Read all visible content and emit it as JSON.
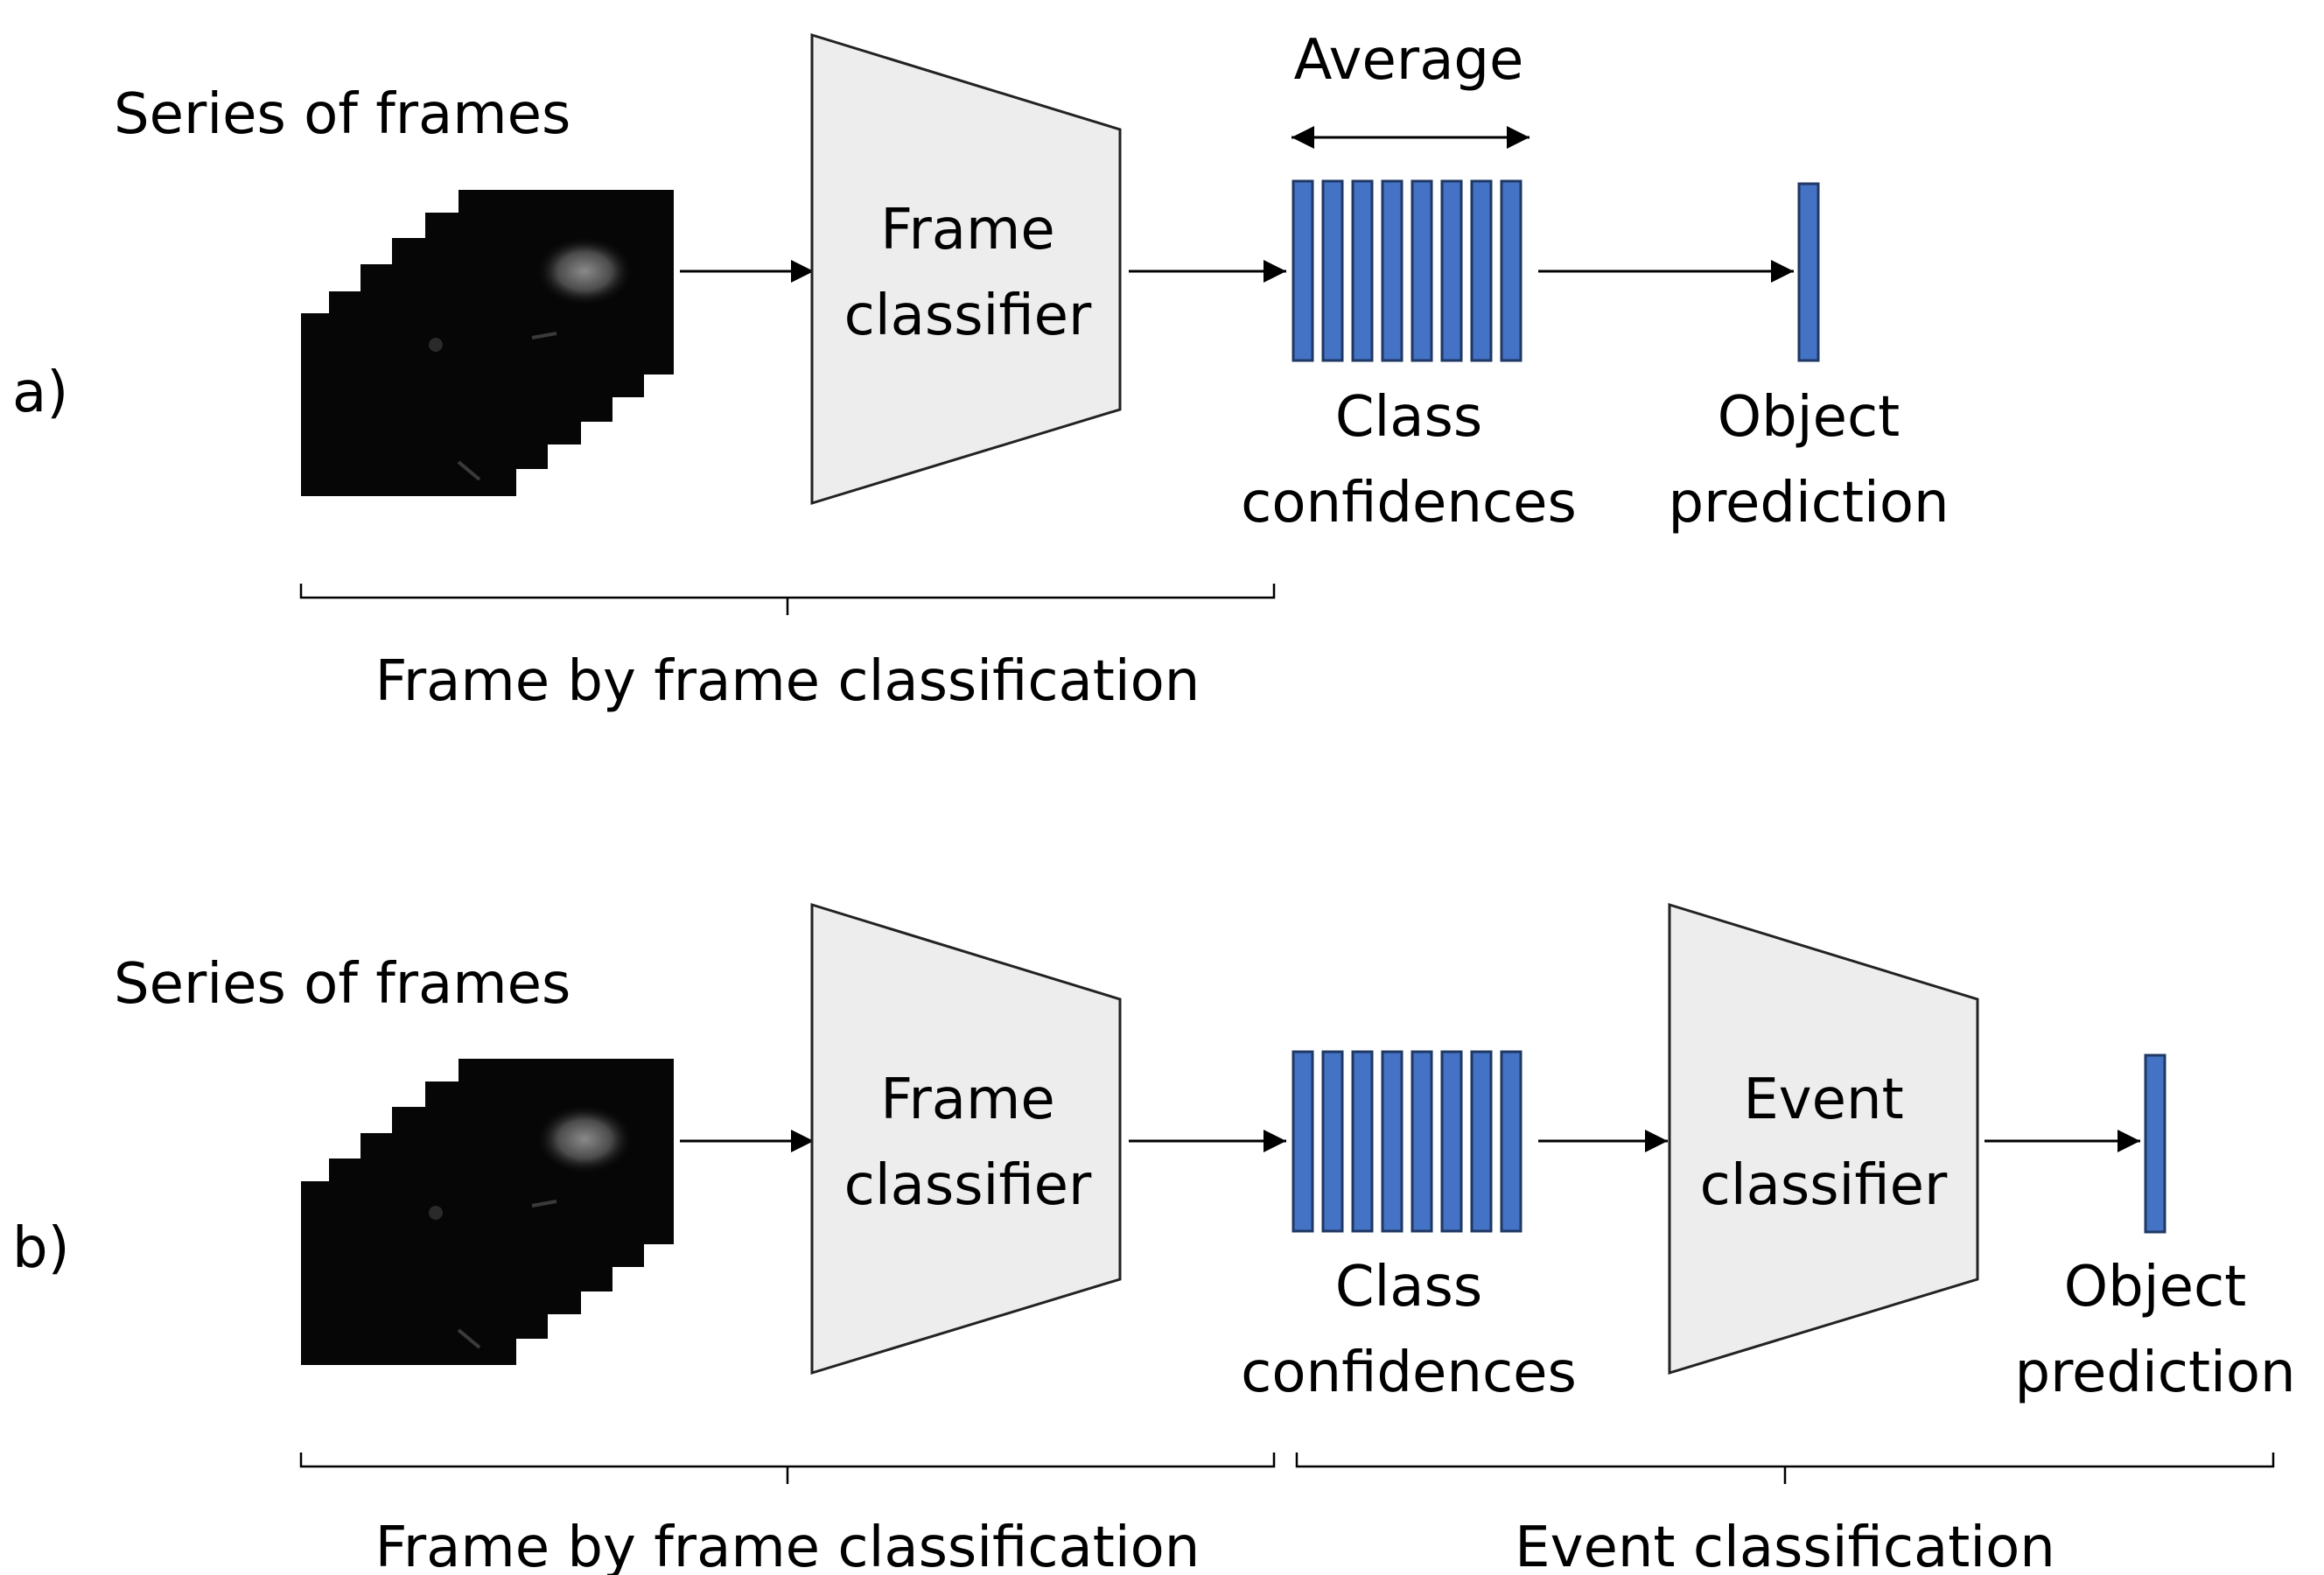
{
  "colors": {
    "confidence_bar_fill": "#4472C4",
    "confidence_bar_stroke": "#1F3864",
    "classifier_fill": "#EDEDED",
    "frame_fill": "#060606",
    "line": "#000000"
  },
  "panel_a": {
    "label": "a)",
    "series_label": "Series of frames",
    "frame_classifier_line1": "Frame",
    "frame_classifier_line2": "classifier",
    "average_label": "Average",
    "class_conf_line1": "Class",
    "class_conf_line2": "confidences",
    "object_pred_line1": "Object",
    "object_pred_line2": "prediction",
    "frame_by_frame_label": "Frame by frame classification"
  },
  "panel_b": {
    "label": "b)",
    "series_label": "Series of frames",
    "frame_classifier_line1": "Frame",
    "frame_classifier_line2": "classifier",
    "class_conf_line1": "Class",
    "class_conf_line2": "confidences",
    "event_classifier_line1": "Event",
    "event_classifier_line2": "classifier",
    "object_pred_line1": "Object",
    "object_pred_line2": "prediction",
    "frame_by_frame_label": "Frame by frame classification",
    "event_classification_label": "Event classification"
  }
}
